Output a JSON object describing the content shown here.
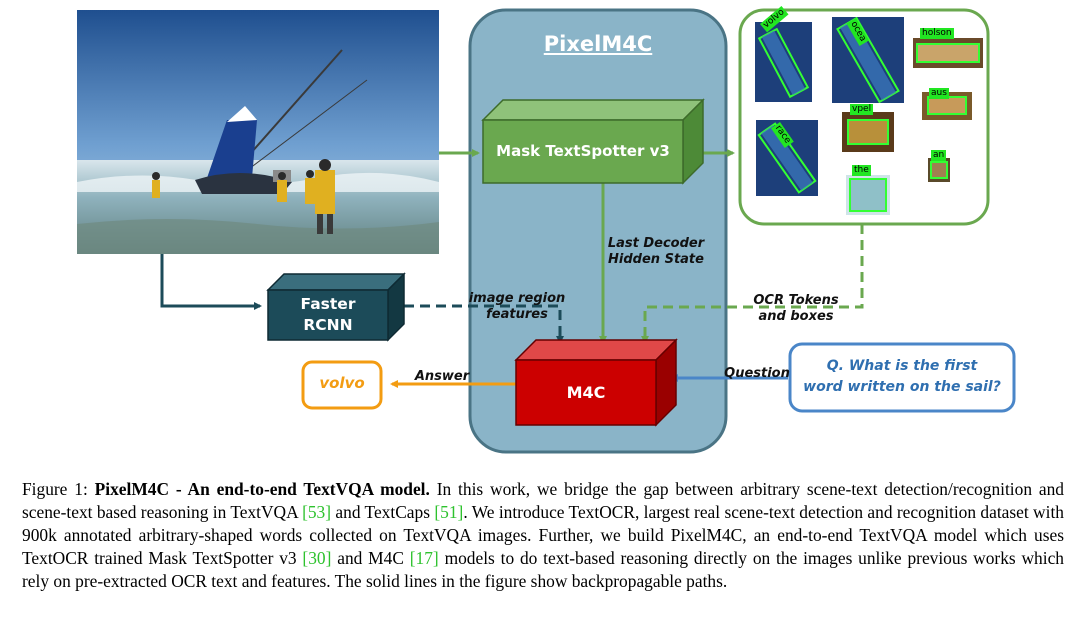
{
  "diagram": {
    "model_title": "PixelM4C",
    "spotter": "Mask TextSpotter v3",
    "detector_line1": "Faster",
    "detector_line2": "RCNN",
    "core": "M4C",
    "answer": "volvo",
    "question_line1": "Q. What is the first",
    "question_line2": "word written on the sail?",
    "edges": {
      "decoder_line1": "Last Decoder",
      "decoder_line2": "Hidden State",
      "region_line1": "image region",
      "region_line2": "features",
      "ocr_line1": "OCR Tokens",
      "ocr_line2": "and boxes",
      "answer": "Answer",
      "question": "Question"
    },
    "ocr_words": [
      "volvo",
      "ocea",
      "holson",
      "aus",
      "vpel",
      "race",
      "an",
      "the"
    ],
    "colors": {
      "panel_fill": "#8ab4c8",
      "panel_border": "#4a7485",
      "spotter": "#6aa84f",
      "detector": "#1c4b59",
      "core": "#cc0000",
      "answer_border": "#f39c12",
      "question_border": "#4a86c8",
      "word_tag": "#22e622"
    }
  },
  "caption": {
    "label": "Figure 1:",
    "title": "PixelM4C - An end-to-end TextVQA model.",
    "seg1": "In this work, we bridge the gap between arbitrary scene-text detection/recognition and scene-text based reasoning in TextVQA",
    "ref1": "[53]",
    "seg2": "and TextCaps",
    "ref2": "[51]",
    "seg3": ". We introduce TextOCR, largest real scene-text detection and recognition dataset with 900k annotated arbitrary-shaped words collected on TextVQA images. Further, we build PixelM4C, an end-to-end TextVQA model which uses TextOCR trained Mask TextSpotter v3",
    "ref3": "[30]",
    "seg4": "and M4C",
    "ref4": "[17]",
    "seg5": "models to do text-based reasoning directly on the images unlike previous works which rely on pre-extracted OCR text and features. The solid lines in the figure show backpropagable paths."
  }
}
